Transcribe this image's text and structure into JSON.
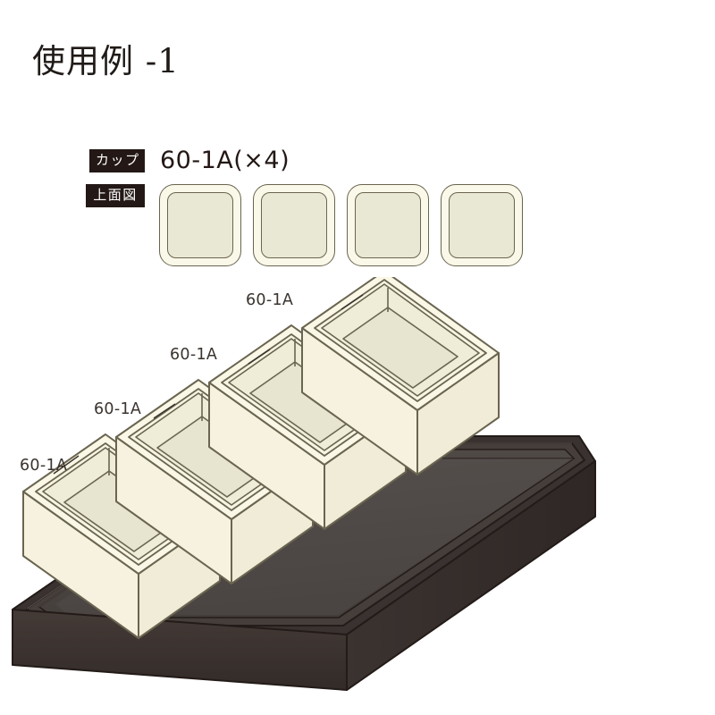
{
  "page": {
    "title": "使用例 -1",
    "background_color": "#ffffff"
  },
  "spec": {
    "cup_row": {
      "badge": "カップ",
      "value": "60-1A(×4)"
    },
    "topview_row": {
      "badge": "上面図"
    }
  },
  "topview": {
    "count": 4,
    "items": [
      {
        "name": "60-1A"
      },
      {
        "name": "60-1A"
      },
      {
        "name": "60-1A"
      },
      {
        "name": "60-1A"
      }
    ]
  },
  "illustration": {
    "cup_labels": [
      "60-1A",
      "60-1A",
      "60-1A",
      "60-1A"
    ],
    "tray_label": "",
    "colors": {
      "cup_rim": "#f7f4e2",
      "cup_body": "#f2eeda",
      "cup_inner_bottom": "#eae7d2",
      "cup_outline": "#6a6550",
      "tray_outer": "#3b3330",
      "tray_rim": "#2a2220",
      "tray_inner": "#4a4441",
      "tray_inner_shadow": "#56504d",
      "text": "#231815",
      "badge_bg": "#231815",
      "badge_text": "#ffffff"
    }
  }
}
